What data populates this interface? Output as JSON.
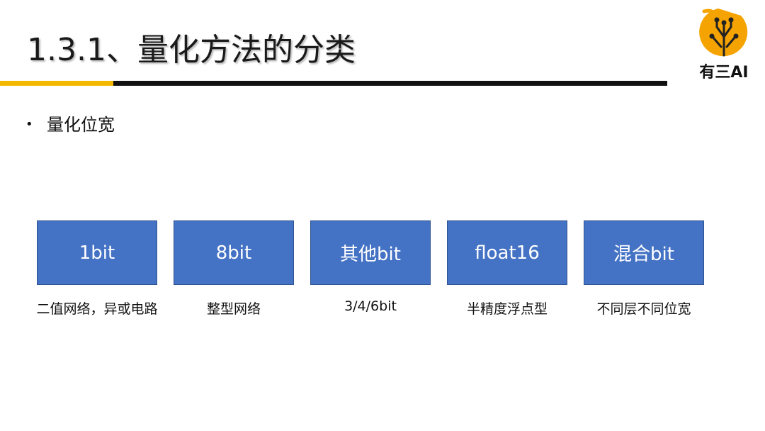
{
  "slide": {
    "title": "1.3.1、量化方法的分类",
    "bullet": "量化位宽"
  },
  "logo": {
    "text": "有三AI",
    "colors": {
      "circle": "#f5a300",
      "mark": "#222222"
    }
  },
  "colors": {
    "accent_yellow": "#f5b800",
    "rule_black": "#111111",
    "box_blue": "#4472c4"
  },
  "categories": [
    {
      "label": "1bit",
      "caption": "二值网络，异或电路"
    },
    {
      "label": "8bit",
      "caption": "整型网络"
    },
    {
      "label": "其他bit",
      "caption": "3/4/6bit"
    },
    {
      "label": "float16",
      "caption": "半精度浮点型"
    },
    {
      "label": "混合bit",
      "caption": "不同层不同位宽"
    }
  ]
}
